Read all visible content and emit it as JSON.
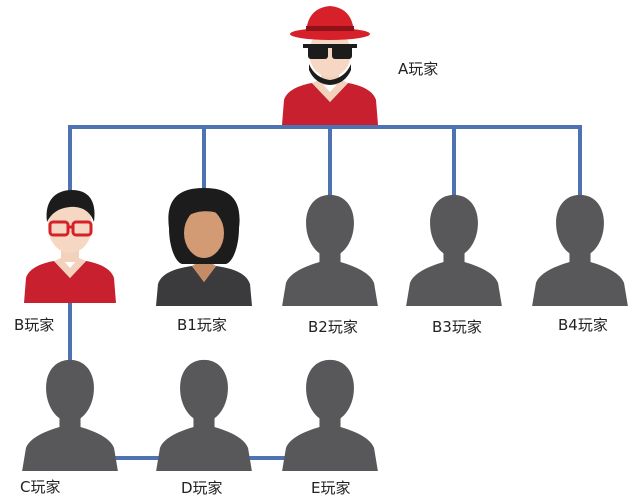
{
  "colors": {
    "connector": "#4f72b3",
    "silhouette": "#58585a",
    "shirt_red": "#c8202e",
    "hat_red": "#d6202a",
    "skin_light": "#f6d7c3",
    "skin_tan": "#d39b74",
    "hair_dark": "#1c1c1c"
  },
  "nodes": {
    "a": {
      "label": "A玩家",
      "icon": "avatar-red-hat-glasses"
    },
    "b": {
      "label": "B玩家",
      "icon": "avatar-red-glasses"
    },
    "b1": {
      "label": "B1玩家",
      "icon": "avatar-woman-bob-hair"
    },
    "b2": {
      "label": "B2玩家",
      "icon": "silhouette-person"
    },
    "b3": {
      "label": "B3玩家",
      "icon": "silhouette-person"
    },
    "b4": {
      "label": "B4玩家",
      "icon": "silhouette-person"
    },
    "c": {
      "label": "C玩家",
      "icon": "silhouette-person"
    },
    "d": {
      "label": "D玩家",
      "icon": "silhouette-person"
    },
    "e": {
      "label": "E玩家",
      "icon": "silhouette-person"
    }
  }
}
